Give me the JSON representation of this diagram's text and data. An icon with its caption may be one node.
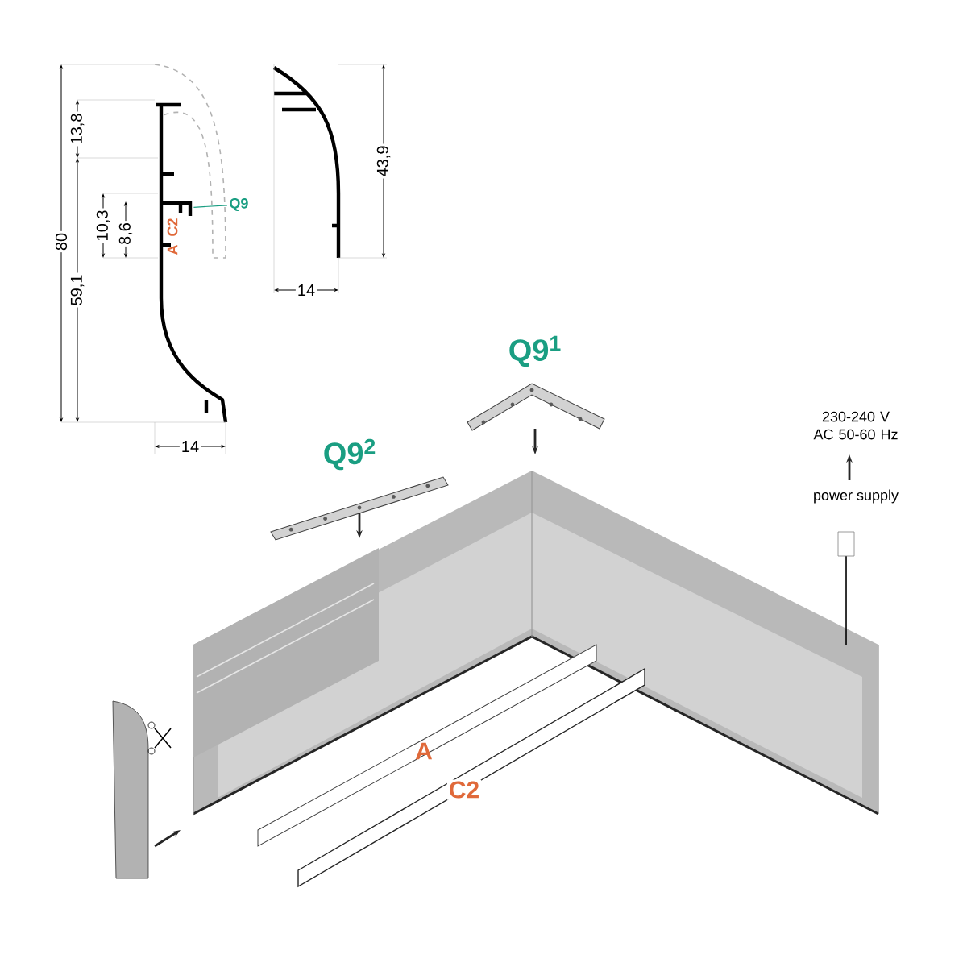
{
  "diagram": {
    "nodes": [
      {
        "text": [
          "Q9"
        ]
      },
      {
        "text": [],
        "shape": "picture"
      }
    ],
    "edges": [
      {
        "from": 0,
        "to": 1,
        "arrow": "none"
      }
    ],
    "labels": [
      "13,8",
      "80",
      "10,3",
      "8,6",
      "59,1",
      "A",
      "C2",
      "14",
      "43,9",
      "14",
      "Q9$^{1}$",
      "Q9$^{2}$",
      "230-240 V AC 50-60 Hz",
      "power supply",
      "A",
      "C2"
    ]
  }
}
